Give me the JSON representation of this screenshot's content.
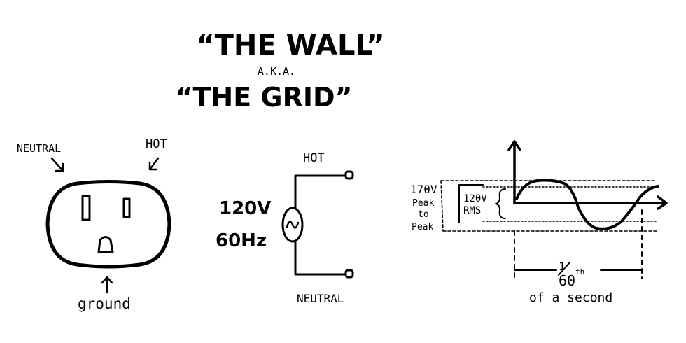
{
  "title": {
    "line1": "“THE WALL”",
    "aka": "A.K.A.",
    "line2": "“THE GRID”"
  },
  "outlet": {
    "neutral_label": "NEUTRAL",
    "hot_label": "HOT",
    "ground_label": "ground"
  },
  "source": {
    "voltage": "120V",
    "frequency": "60Hz",
    "hot_label": "HOT",
    "neutral_label": "NEUTRAL"
  },
  "waveform": {
    "peak_to_peak_value": "170V",
    "peak_to_peak_line1": "Peak",
    "peak_to_peak_line2": "to",
    "peak_to_peak_line3": "Peak",
    "rms_value": "120V",
    "rms_label": "RMS",
    "period_numerator": "1",
    "period_denominator": "60",
    "period_suffix": "th",
    "period_caption": "of a second"
  },
  "colors": {
    "ink": "#000000",
    "background": "#ffffff"
  }
}
